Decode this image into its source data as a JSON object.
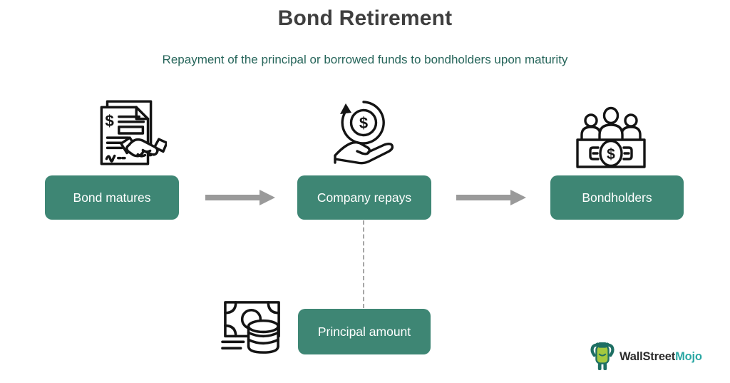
{
  "title": "Bond Retirement",
  "subtitle": "Repayment of the principal or borrowed funds to bondholders upon maturity",
  "flow": {
    "steps": [
      {
        "label": "Bond matures",
        "icon": "contract-handshake-icon"
      },
      {
        "label": "Company repays",
        "icon": "hand-coin-repay-icon"
      },
      {
        "label": "Bondholders",
        "icon": "bondholders-money-icon"
      }
    ],
    "connector_style": "solid-gray-arrow"
  },
  "detail": {
    "label": "Principal amount",
    "icon": "cash-coins-icon",
    "connector_style": "dashed-line"
  },
  "logo": {
    "brand_primary": "WallStreet",
    "brand_secondary": "Mojo",
    "icon": "wallstreetmojo-mascot-icon"
  },
  "colors": {
    "box_fill": "#3E8674",
    "box_text": "#FFFFFF",
    "title_text": "#3F3F3F",
    "subtitle_text": "#26655A",
    "arrow": "#9A9A9A",
    "dashed_connector": "#A6A6A6",
    "icon_stroke": "#141414",
    "logo_primary": "#2B2B2B",
    "logo_accent": "#2AA7A3",
    "mascot_body": "#A4C93F",
    "mascot_dark": "#1E6F63"
  }
}
